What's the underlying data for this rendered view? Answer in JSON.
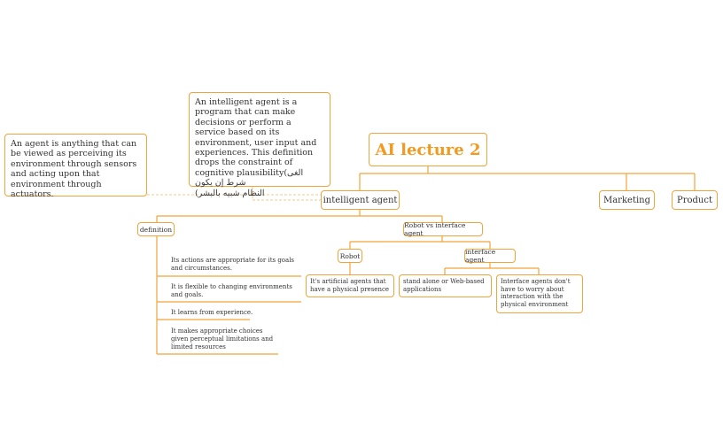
{
  "root": {
    "title": "AI lecture 2"
  },
  "branches": {
    "intelligent_agent": "intelligent agent",
    "marketing": "Marketing",
    "product": "Product"
  },
  "notes": {
    "agent": "An agent is anything that can be viewed as perceiving its environment through sensors and acting upon that environment through actuators.",
    "intelligent_agent_line1": "An intelligent agent is a program that can make decisions or perform a service based on its environment, user input and experiences. This definition drops the constraint of cognitive plausibility(الغى شرط إن يكون",
    "intelligent_agent_line2": "النظام شبيه بالبشر)"
  },
  "definition": {
    "label": "definition",
    "items": [
      "Its actions are appropriate for its goals and circumstances.",
      "It is flexible to changing environments and goals.",
      "It learns from experience.",
      "It makes appropriate choices given perceptual limitations and limited resources"
    ]
  },
  "robot_vs_interface": {
    "label": "Robot vs interface agent",
    "robot": {
      "label": "Robot",
      "desc": "It's artificial agents that have a physical presence"
    },
    "interface": {
      "label": "interface agent",
      "desc1": "stand alone or Web-based applications",
      "desc2": "Interface agents don't have to worry about interaction with the physical environment"
    }
  },
  "colors": {
    "accent": "#f2a33a",
    "title": "#f29a1f",
    "note_link": "#f7c88a"
  }
}
